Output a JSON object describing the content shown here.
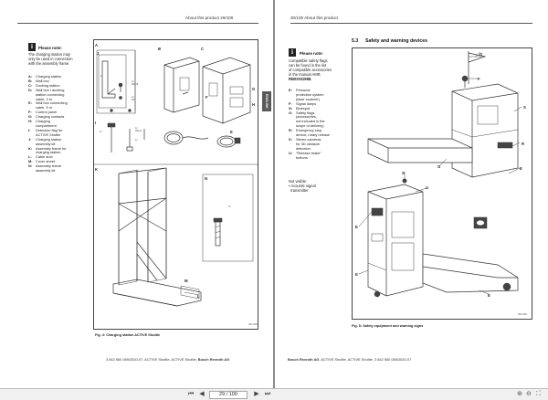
{
  "left_page": {
    "header": "About this product   29/100",
    "note_icon": "i",
    "note": {
      "title": "Please note:",
      "text": [
        "The charging station may",
        "only be used in connection",
        "with the assembly frame."
      ]
    },
    "legend": [
      {
        "key": "A:",
        "text": [
          "Charging station"
        ]
      },
      {
        "key": "B:",
        "text": [
          "Wall box"
        ]
      },
      {
        "key": "C:",
        "text": [
          "Docking station"
        ]
      },
      {
        "key": "D:",
        "text": [
          "Wall box / docking",
          "station connecting",
          "cable, 3 m"
        ]
      },
      {
        "key": "E:",
        "text": [
          "Wall box connecting",
          "cable, 5 m"
        ]
      },
      {
        "key": "F:",
        "text": [
          "Control panel"
        ]
      },
      {
        "key": "G:",
        "text": [
          "Charging contacts"
        ]
      },
      {
        "key": "H:",
        "text": [
          "Charging",
          "compartment"
        ]
      },
      {
        "key": "I:",
        "text": [
          "Detection flag for",
          "ACTIVE Shuttle"
        ]
      },
      {
        "key": "J:",
        "text": [
          "Charging station",
          "assembly kit"
        ]
      },
      {
        "key": "K:",
        "text": [
          "Assembly frame for",
          "charging station"
        ]
      },
      {
        "key": "L:",
        "text": [
          "Cable duct"
        ]
      },
      {
        "key": "M:",
        "text": [
          "Cover sheet"
        ]
      },
      {
        "key": "N:",
        "text": [
          "Assembly frame",
          "assembly kit"
        ]
      }
    ],
    "figure": {
      "caption": "Fig. 4: Charging station ACTIVE Shuttle",
      "panels": [
        "A",
        "B",
        "C",
        "J",
        "K",
        "N",
        "M",
        "L"
      ],
      "labels": [
        "E",
        "F",
        "G",
        "H",
        "I"
      ],
      "screw_labels": [
        "2x",
        "4x\nM8x18",
        "2x\nM6",
        "4x\nM6x12",
        "4x",
        "6x",
        "2x"
      ],
      "code": "000 0000"
    },
    "side_tab": "ENGLISH",
    "footer": {
      "text": "3 842 560 089/2020-07, ACTIVE Shuttle, ACTIVE Shuttle, ",
      "bold": "Bosch Rexroth AG"
    }
  },
  "right_page": {
    "header": "30/100   About this product",
    "section_number": "5.3",
    "section_title": "Safety and warning devices",
    "note_icon": "i",
    "note": {
      "title": "Please note:",
      "text": [
        "Compatible safety flags",
        "can be found in the list",
        "of compatible accessories",
        "in the manual AMR."
      ],
      "bold": "RB02031988."
    },
    "legend": [
      {
        "key": "E:",
        "text": [
          "Personal",
          "protection system",
          "(laser scanner)"
        ]
      },
      {
        "key": "F:",
        "text": [
          "Signal lamps"
        ]
      },
      {
        "key": "G:",
        "text": [
          "Bluespot"
        ]
      },
      {
        "key": "O:",
        "text": [
          "Safety flags",
          "(accessories,",
          "not included in the",
          "scope of delivery)"
        ]
      },
      {
        "key": "R:",
        "text": [
          "Emergency stop",
          "device, rotary release"
        ]
      },
      {
        "key": "S:",
        "text": [
          "Stereo cameras",
          "for 3D obstacle",
          "detection"
        ]
      },
      {
        "key": "U:",
        "text": [
          "\"Release brake\"",
          "buttons"
        ]
      }
    ],
    "not_visible": {
      "title": "Not visible:",
      "items": [
        "• Acoustic signal",
        "  transmitter"
      ]
    },
    "figure": {
      "caption": "Fig. 5: Safety equipment and warning signs",
      "labels": [
        "O",
        "F",
        "S",
        "R",
        "E",
        "G",
        "S",
        "U",
        "E",
        "E",
        "E"
      ],
      "code": "000 0000"
    },
    "footer": {
      "bold": "Bosch Rexroth AG",
      "text": ", ACTIVE Shuttle, ACTIVE Shuttle, 3 842 560 089/2020-07"
    }
  },
  "viewer": {
    "page_value": "29 / 100",
    "first_icon": "first-page-icon",
    "prev_icon": "previous-page-icon",
    "next_icon": "next-page-icon",
    "last_icon": "last-page-icon",
    "tool_icons": [
      "zoom-in-icon",
      "zoom-out-icon",
      "fullscreen-icon"
    ]
  }
}
